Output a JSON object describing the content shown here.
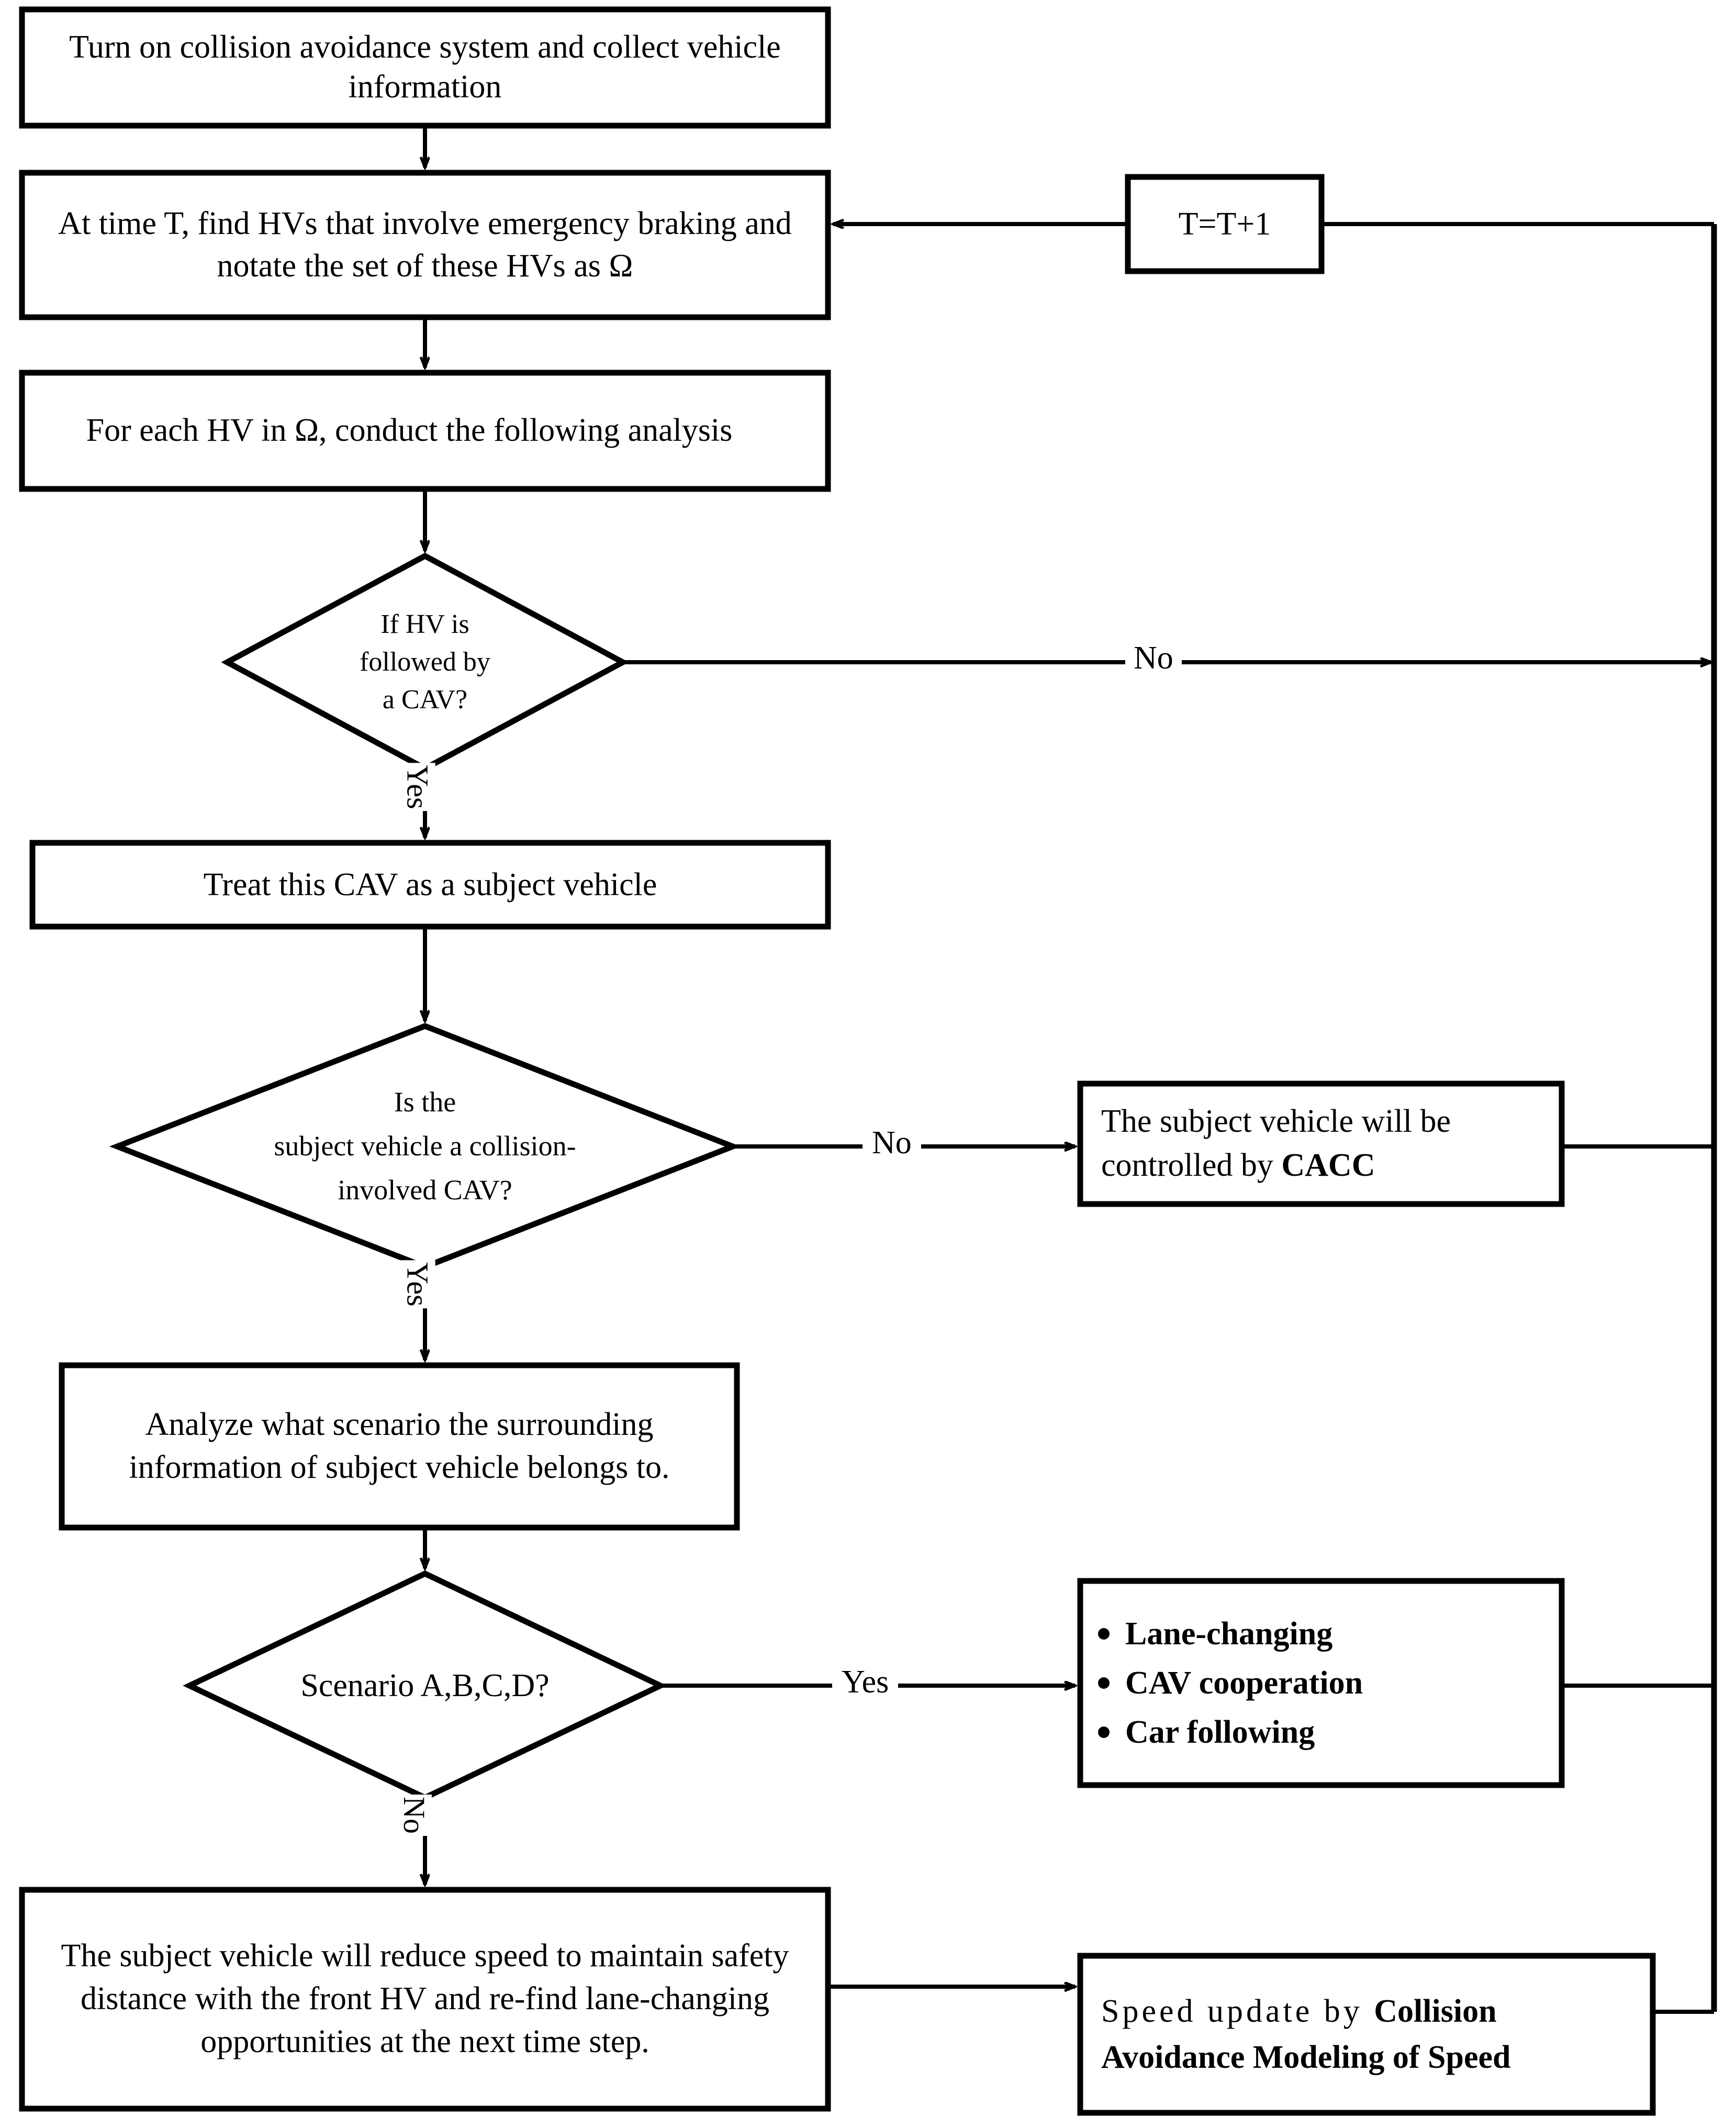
{
  "diagram": {
    "title": "CAV collision avoidance system flowchart",
    "stroke_color": "#000000",
    "fill_color": "#ffffff",
    "nodes": {
      "start": {
        "type": "process",
        "text": "Turn on collision avoidance system and collect vehicle information"
      },
      "find_hvs": {
        "type": "process",
        "text": "At time T, find HVs that involve emergency braking and notate the set of these HVs as  Ω"
      },
      "for_each_hv": {
        "type": "process",
        "text": "For each HV in Ω, conduct the following analysis"
      },
      "decision_followed_by_cav": {
        "type": "decision",
        "line1": "If HV is",
        "line2": "followed by",
        "line3": "a CAV?"
      },
      "treat_cav": {
        "type": "process",
        "text": "Treat this CAV as a subject vehicle"
      },
      "decision_collision_involved": {
        "type": "decision",
        "line1": "Is the",
        "line2": "subject vehicle a  collision-",
        "line3": "involved CAV?"
      },
      "cacc_box": {
        "type": "process",
        "text_prefix": "The subject vehicle will be controlled by ",
        "text_bold": "CACC"
      },
      "analyze_scenario": {
        "type": "process",
        "text": "Analyze what scenario the surrounding information of subject vehicle belongs to."
      },
      "decision_scenario": {
        "type": "decision",
        "text": "Scenario A,B,C,D?"
      },
      "scenario_list": {
        "type": "process",
        "items": [
          "Lane-changing",
          "CAV cooperation",
          "Car following"
        ]
      },
      "reduce_speed": {
        "type": "process",
        "text": "The subject vehicle will reduce speed to maintain safety distance with the front HV and re-find lane-changing opportunities at the next time step."
      },
      "speed_update": {
        "type": "process",
        "text_prefix": "Speed update by ",
        "text_bold": "Collision Avoidance Modeling of Speed"
      },
      "time_increment": {
        "type": "process",
        "text": "T=T+1"
      }
    },
    "edge_labels": {
      "followed_by_cav_yes": "Yes",
      "followed_by_cav_no": "No",
      "collision_involved_yes": "Yes",
      "collision_involved_no": "No",
      "scenario_yes": "Yes",
      "scenario_no": "No"
    }
  }
}
